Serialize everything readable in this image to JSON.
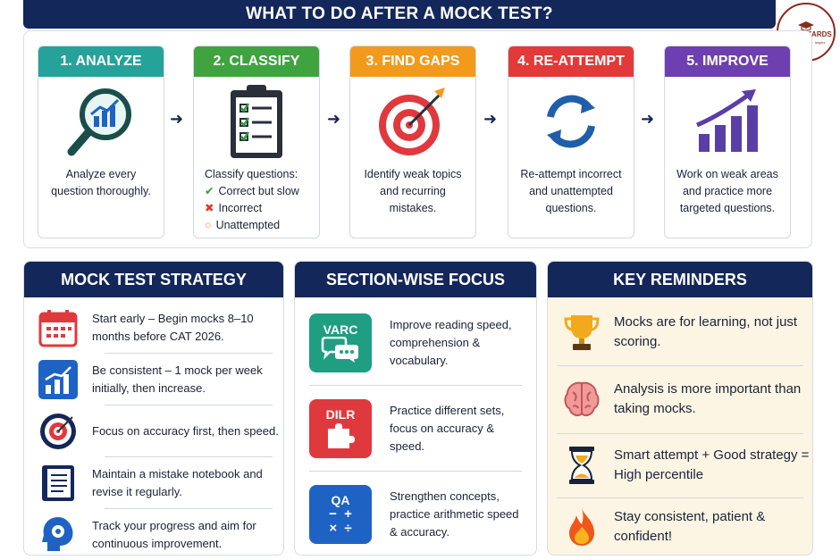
{
  "title": "WHAT TO DO AFTER A MOCK TEST?",
  "logo": {
    "name": "MBA WIZARDS",
    "tagline": "Learn · Achieve · Inspire"
  },
  "steps": [
    {
      "label": "1. ANALYZE",
      "color": "#25a39a",
      "icon": "magnifier-chart-icon",
      "desc": "Analyze every question thoroughly."
    },
    {
      "label": "2. CLASSIFY",
      "color": "#3fa340",
      "icon": "clipboard-checklist-icon",
      "intro": "Classify questions:",
      "items": [
        {
          "icon": "check-icon",
          "color": "#2e9b3a",
          "text": "Correct but slow"
        },
        {
          "icon": "cross-icon",
          "color": "#e03a2a",
          "text": "Incorrect"
        },
        {
          "icon": "circle-icon",
          "color": "#f08a1c",
          "text": "Unattempted"
        }
      ]
    },
    {
      "label": "3. FIND GAPS",
      "color": "#f29a1c",
      "icon": "target-icon",
      "desc": "Identify weak topics and recurring mistakes."
    },
    {
      "label": "4. RE-ATTEMPT",
      "color": "#e23a38",
      "icon": "refresh-icon",
      "desc": "Re-attempt incorrect and unattempted questions."
    },
    {
      "label": "5. IMPROVE",
      "color": "#6d3fb0",
      "icon": "growth-chart-icon",
      "desc": "Work on weak areas and practice more targeted questions."
    }
  ],
  "strategy": {
    "title": "MOCK TEST STRATEGY",
    "items": [
      {
        "icon": "calendar-icon",
        "text": "Start early – Begin mocks 8–10 months before CAT 2026."
      },
      {
        "icon": "bar-chart-icon",
        "text": "Be consistent – 1 mock per week initially, then increase."
      },
      {
        "icon": "target-icon",
        "text": "Focus on accuracy first, then speed."
      },
      {
        "icon": "notebook-icon",
        "text": "Maintain a mistake notebook and revise it regularly."
      },
      {
        "icon": "head-gears-icon",
        "text": "Track your progress and aim for continuous improvement."
      }
    ]
  },
  "sections": {
    "title": "SECTION-WISE FOCUS",
    "items": [
      {
        "tag": "VARC",
        "color": "#1f9e82",
        "icon": "chat-bubbles-icon",
        "text": "Improve reading speed, comprehension & vocabulary."
      },
      {
        "tag": "DILR",
        "color": "#e0393d",
        "icon": "puzzle-icon",
        "text": "Practice different sets, focus on accuracy & speed."
      },
      {
        "tag": "QA",
        "color": "#1e63c4",
        "icon": "math-ops-icon",
        "ops": "−  +\n×  ÷",
        "text": "Strengthen concepts, practice arithmetic speed & accuracy."
      }
    ]
  },
  "reminders": {
    "title": "KEY REMINDERS",
    "items": [
      {
        "icon": "trophy-icon",
        "text": "Mocks are for learning, not just scoring."
      },
      {
        "icon": "brain-icon",
        "text": "Analysis is more important than taking mocks."
      },
      {
        "icon": "hourglass-icon",
        "text": "Smart attempt + Good strategy = High percentile"
      },
      {
        "icon": "fire-icon",
        "text": "Stay consistent, patient & confident!"
      }
    ]
  }
}
